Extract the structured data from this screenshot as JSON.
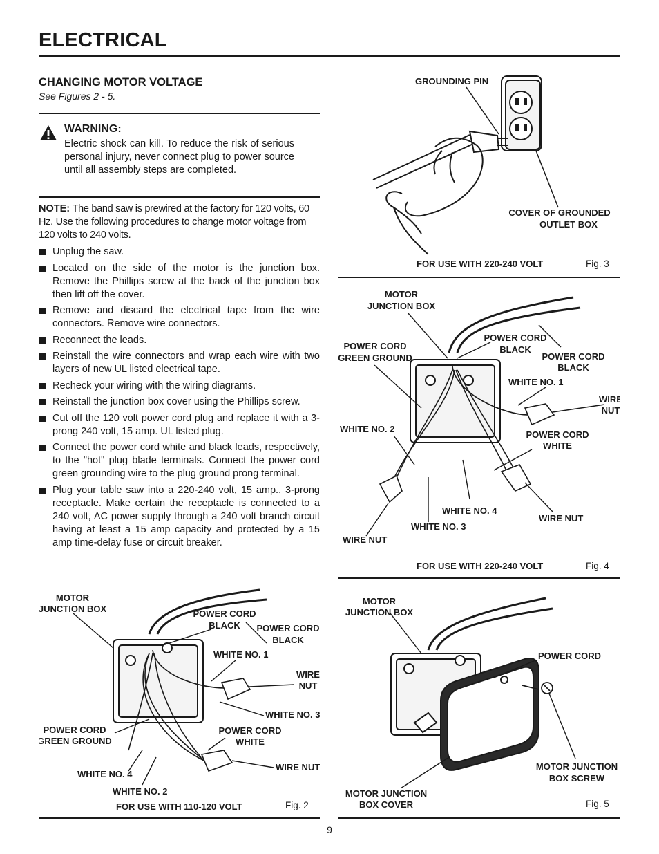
{
  "page": {
    "title": "ELECTRICAL",
    "number": "9"
  },
  "section": {
    "title": "CHANGING MOTOR VOLTAGE",
    "subtitle": "See Figures 2 - 5."
  },
  "warning": {
    "title": "WARNING:",
    "text": "Electric shock can kill. To reduce the risk of serious personal injury, never connect plug to power source until all assembly steps are completed."
  },
  "note": {
    "label": "NOTE:",
    "text": "The band saw is prewired at the factory for 120 volts, 60 Hz. Use the following procedures to change motor voltage from 120 volts to 240 volts."
  },
  "steps": [
    "Unplug the saw.",
    "Located on the side of the motor is the junction box. Remove the Phillips screw at the back of the junction box then lift off the cover.",
    "Remove and discard the electrical tape from the wire connectors. Remove wire connectors.",
    "Reconnect the leads.",
    "Reinstall the wire connectors and wrap each wire with two layers of new UL listed electrical tape.",
    "Recheck your wiring with the wiring diagrams.",
    "Reinstall the junction box cover using the Phillips screw.",
    "Cut off the 120 volt power cord plug and replace it with a 3-prong 240 volt, 15 amp. UL listed plug.",
    "Connect the power cord white and black leads, respectively, to the \"hot\" plug blade terminals. Connect the power cord green grounding wire to the plug ground prong terminal.",
    "Plug your table saw into a 220-240 volt, 15 amp., 3-prong receptacle. Make certain the receptacle is connected to a 240 volt, AC power supply through a 240 volt branch circuit having at least a 15 amp capacity and protected by a 15 amp time-delay fuse or circuit breaker."
  ],
  "figures": {
    "fig2": {
      "number": "Fig. 2",
      "caption": "FOR USE WITH 110-120 VOLT",
      "labels": {
        "motor_jb_1": "MOTOR",
        "motor_jb_2": "JUNCTION BOX",
        "pc_black_a1": "POWER CORD",
        "pc_black_a2": "BLACK",
        "pc_black_b1": "POWER CORD",
        "pc_black_b2": "BLACK",
        "white1": "WHITE NO. 1",
        "wire_nut_a1": "WIRE",
        "wire_nut_a2": "NUT",
        "white3": "WHITE NO. 3",
        "pc_green1": "POWER CORD",
        "pc_green2": "GREEN GROUND",
        "pc_white1": "POWER CORD",
        "pc_white2": "WHITE",
        "wire_nut_b": "WIRE NUT",
        "white4": "WHITE NO. 4",
        "white2": "WHITE NO. 2"
      }
    },
    "fig3": {
      "number": "Fig. 3",
      "caption": "FOR USE WITH 220-240 VOLT",
      "labels": {
        "grounding_pin": "GROUNDING PIN",
        "cover1": "COVER OF GROUNDED",
        "cover2": "OUTLET BOX"
      }
    },
    "fig4": {
      "number": "Fig. 4",
      "caption": "FOR USE WITH 220-240 VOLT",
      "labels": {
        "motor_jb_1": "MOTOR",
        "motor_jb_2": "JUNCTION BOX",
        "pc_green1": "POWER CORD",
        "pc_green2": "GREEN GROUND",
        "pc_black_a1": "POWER CORD",
        "pc_black_a2": "BLACK",
        "pc_black_b1": "POWER CORD",
        "pc_black_b2": "BLACK",
        "white1": "WHITE NO. 1",
        "wire_nut_a1": "WIRE",
        "wire_nut_a2": "NUT",
        "white2": "WHITE NO. 2",
        "pc_white1": "POWER CORD",
        "pc_white2": "WHITE",
        "white4": "WHITE NO. 4",
        "wire_nut_b": "WIRE NUT",
        "white3": "WHITE NO. 3",
        "wire_nut_c": "WIRE NUT"
      }
    },
    "fig5": {
      "number": "Fig. 5",
      "labels": {
        "motor_jb_1": "MOTOR",
        "motor_jb_2": "JUNCTION BOX",
        "power_cord": "POWER CORD",
        "screw1": "MOTOR JUNCTION",
        "screw2": "BOX SCREW",
        "cover1": "MOTOR JUNCTION",
        "cover2": "BOX COVER"
      }
    }
  }
}
